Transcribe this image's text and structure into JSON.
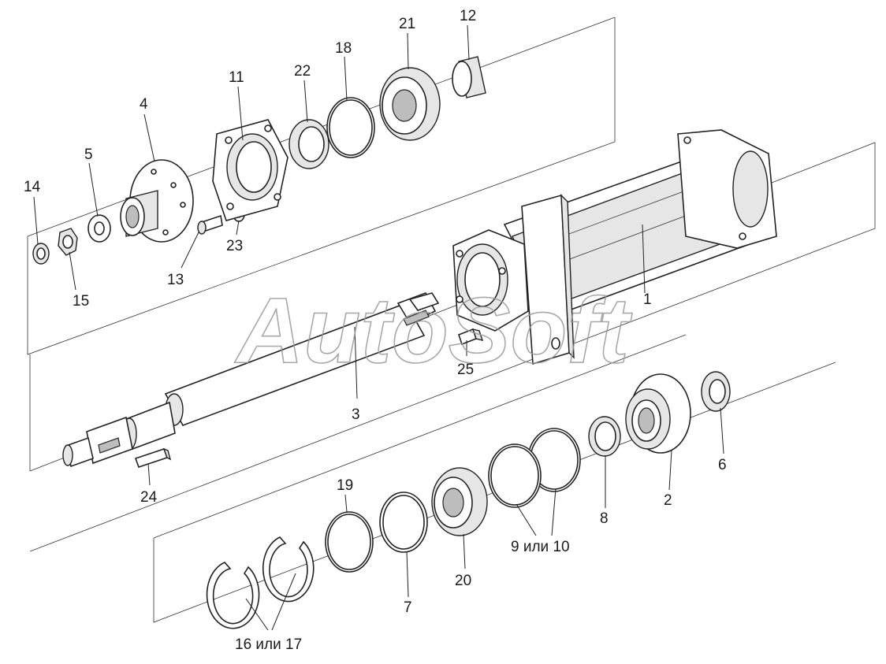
{
  "watermark": "AutoSoft",
  "labels": {
    "l1": "1",
    "l2": "2",
    "l3": "3",
    "l4": "4",
    "l5": "5",
    "l6": "6",
    "l7": "7",
    "l8": "8",
    "l9_10": "9 или 10",
    "l11": "11",
    "l12": "12",
    "l13": "13",
    "l14": "14",
    "l15": "15",
    "l16_17": "16 или 17",
    "l18": "18",
    "l19": "19",
    "l20": "20",
    "l21": "21",
    "l22": "22",
    "l23": "23",
    "l24": "24",
    "l25": "25"
  }
}
